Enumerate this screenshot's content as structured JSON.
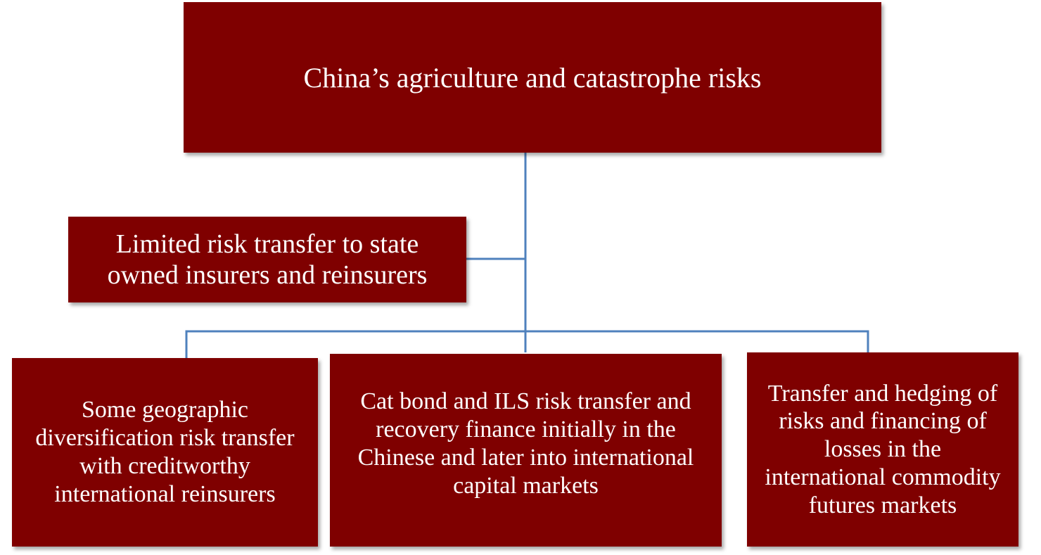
{
  "diagram": {
    "root": {
      "label": "China’s agriculture and catastrophe risks"
    },
    "side_node": {
      "label": "Limited risk transfer to state\nowned  insurers and reinsurers"
    },
    "children": [
      {
        "label": "Some geographic\ndiversification risk transfer\nwith creditworthy\ninternational reinsurers"
      },
      {
        "label": "Cat bond and ILS  risk transfer and\nrecovery  finance initially in the\nChinese and later into international\ncapital markets"
      },
      {
        "label": "Transfer and hedging of\nrisks and financing of\nlosses  in the\ninternational commodity\nfutures markets"
      }
    ],
    "colors": {
      "box_fill": "#7f0000",
      "box_text": "#ffffff",
      "connector": "#4f81bd"
    }
  }
}
